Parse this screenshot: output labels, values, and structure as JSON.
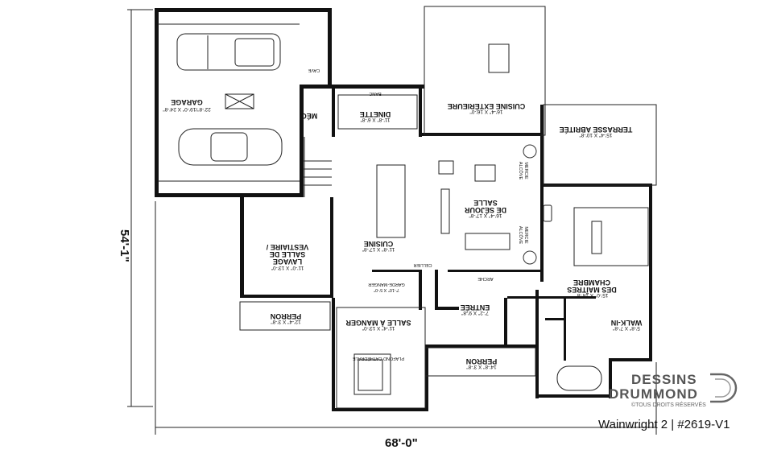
{
  "rooms": {
    "garage": {
      "name": "GARAGE",
      "dims": "22'-8\"/19'-0\" X 24'-8\""
    },
    "cave": {
      "name": "CAVE"
    },
    "mec": {
      "name": "MÉC."
    },
    "banc": {
      "name": "BANC"
    },
    "dinette": {
      "name": "DINETTE",
      "dims": "11'-8\" X 6'-8\""
    },
    "cuisine_ext": {
      "name": "CUISINE EXTÉRIEURE",
      "dims": "16'-4\" X 16'-0\""
    },
    "terrasse": {
      "name": "TERRASSE ABRITÉE",
      "dims": "15'-4\" X 10'-8\""
    },
    "sejour": {
      "name1": "SALLE",
      "name2": "DE SÉJOUR",
      "dims": "16'-4\" X 17'-8\""
    },
    "foyer_left": {
      "name1": "ALCÔVE",
      "name2": "MERCIE"
    },
    "foyer_right": {
      "name1": "ALCÔVE",
      "name2": "MERCIE"
    },
    "cuisine": {
      "name": "CUISINE",
      "dims": "11'-8\" X 17'-8\""
    },
    "cellier": {
      "name": "CELLIER"
    },
    "chambre": {
      "name1": "CHAMBRE",
      "name2": "DES MAÎTRES",
      "dims": "15'-0\" X 14'-8\""
    },
    "vestiaire": {
      "name1": "VESTIAIRE /",
      "name2": "SALLE DE",
      "name3": "LAVAGE",
      "dims": "11'-0\" X 13'-0\""
    },
    "garde_manger": {
      "name": "GARDE-MANGER",
      "dims": "7'-10\" X 5'-0\""
    },
    "arche": {
      "name": "ARCHE"
    },
    "entree": {
      "name": "ENTRÉE",
      "dims": "7'-2\" X 9'-8\""
    },
    "walkin": {
      "name": "WALK-IN",
      "dims": "5'-8\" X 7'-8\""
    },
    "perron_left": {
      "name": "PERRON",
      "dims": "12'-4\" X 3'-8\""
    },
    "salle_manger": {
      "name": "SALLE À MANGER",
      "dims": "11'-4\" X 13'-0\""
    },
    "plafond": {
      "name": "PLAFOND CATHÉDRALE"
    },
    "perron_center": {
      "name": "PERRON",
      "dims": "14'-8\" X 3'-8\""
    }
  },
  "dimensions": {
    "width": "68'-0\"",
    "depth": "54'-1\""
  },
  "brand": {
    "line1": "DESSINS",
    "line2": "DRUMMOND",
    "sub": "©TOUS DROITS RÉSERVÉS"
  },
  "caption": "Wainwright 2 | #2619-V1"
}
